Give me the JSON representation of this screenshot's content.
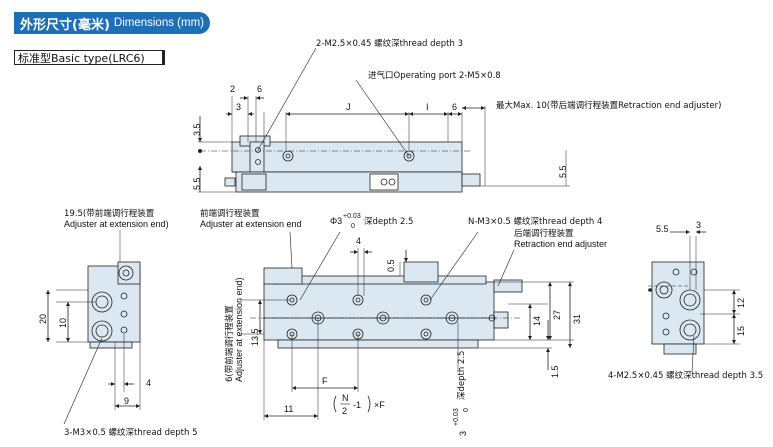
{
  "header": {
    "title_cn": "外形尺寸(毫米)",
    "title_en": "Dimensions (mm)"
  },
  "subtitle": "标准型Basic type(LRC6)",
  "top_view": {
    "thread_callout": "2-M2.5×0.45 螺纹深thread depth 3",
    "port_callout": "进气口Operating port 2-M5×0.8",
    "max_callout": "最大Max. 10(带后端调行程装置Retraction end adjuster)",
    "dim_2": "2",
    "dim_6a": "6",
    "dim_3": "3",
    "dim_J": "J",
    "dim_I": "I",
    "dim_6b": "6",
    "dim_35": "3.5",
    "dim_55a": "5.5",
    "dim_55b": "5.5"
  },
  "left_view": {
    "label_cn": "19.5(带前端调行程装置",
    "label_en": "Adjuster at extension end)",
    "dim_20": "20",
    "dim_10": "10",
    "dim_4": "4",
    "dim_9": "9",
    "bottom_callout": "3-M3×0.5 螺纹深thread depth 5"
  },
  "front_view": {
    "front_adj_cn": "前端调行程装置",
    "front_adj_en": "Adjuster at extension end",
    "phi_label": "Φ3",
    "phi_tol_up": "+0.03",
    "phi_tol_dn": "0",
    "phi_depth": "深depth  2.5",
    "n_callout": "N-M3×0.5 螺纹深thread depth 4",
    "rear_adj_cn": "后端调行程装置",
    "rear_adj_en": "Retraction end adjuster",
    "dim_4": "4",
    "dim_05": "0.5",
    "dim_135": "13.5",
    "dim_14": "14",
    "dim_27": "27",
    "dim_31": "31",
    "dim_15": "1.5",
    "dim_F": "F",
    "dim_11": "11",
    "formula_N": "N",
    "formula_2": "2",
    "formula_rest": "-1",
    "formula_F": "×F",
    "vert_left_cn": "6(带前端调行程装置",
    "vert_left_en": "Adjuster at extension end)",
    "vert_depth": "深depth  2.5",
    "vert_phi": "3",
    "vert_tol_up": "+0.03",
    "vert_tol_dn": "0"
  },
  "right_view": {
    "dim_55": "5.5",
    "dim_3": "3",
    "dim_12": "12",
    "dim_15": "15",
    "bottom_callout": "4-M2.5×0.45 螺纹深thread depth 3.5"
  },
  "colors": {
    "header_bg": "#1f6fb6",
    "body_fill": "#dbe8f2",
    "line": "#222222"
  }
}
